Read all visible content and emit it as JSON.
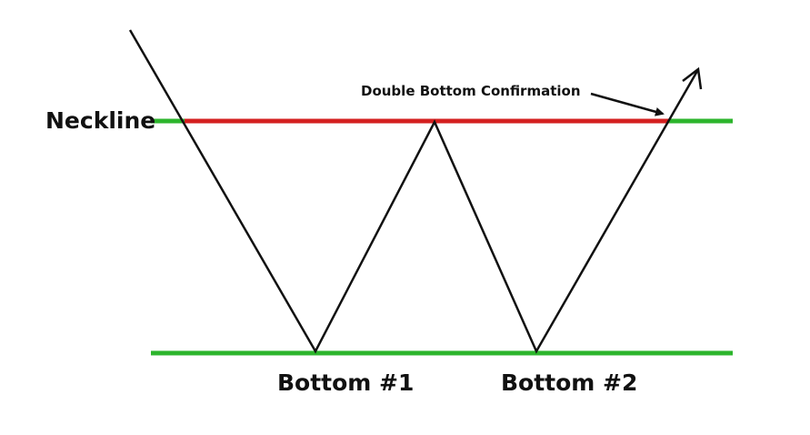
{
  "labels": {
    "neckline": "Neckline",
    "confirmation": "Double Bottom Confirmation",
    "bottom1": "Bottom #1",
    "bottom2": "Bottom #2"
  },
  "colors": {
    "background": "#ffffff",
    "support_line": "#2db52d",
    "neckline_segment": "#d42020",
    "price_path": "#111111",
    "text": "#111111"
  }
}
